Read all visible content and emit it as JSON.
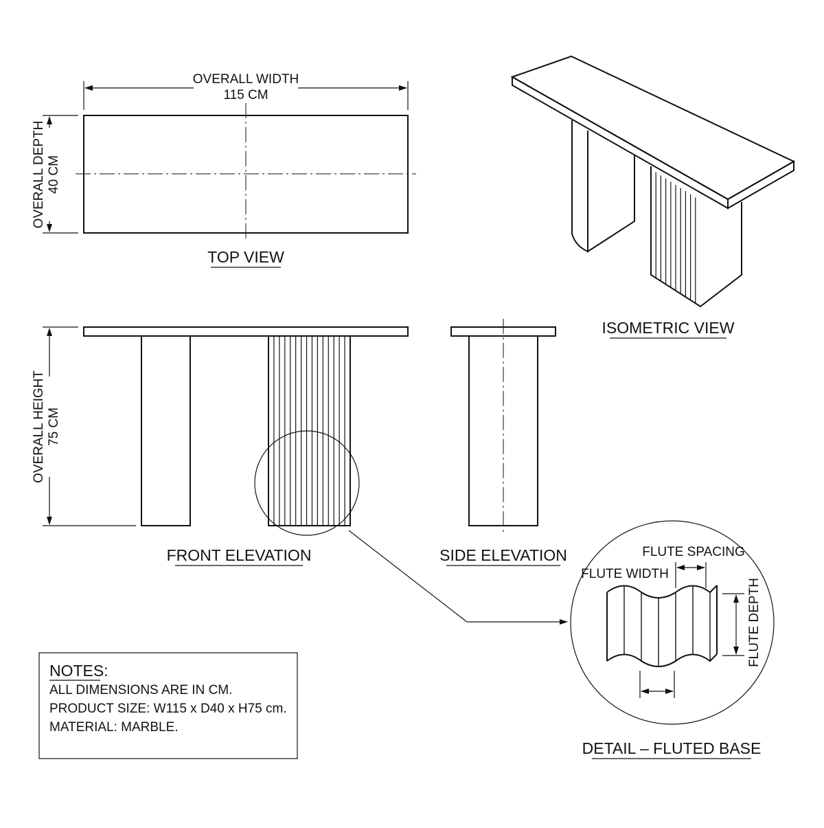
{
  "views": {
    "top": {
      "title": "TOP VIEW",
      "width_label": "OVERALL WIDTH",
      "width_value": "115 CM",
      "depth_label": "OVERALL DEPTH",
      "depth_value": "40 CM"
    },
    "isometric": {
      "title": "ISOMETRIC VIEW"
    },
    "front": {
      "title": "FRONT ELEVATION",
      "height_label": "OVERALL HEIGHT",
      "height_value": "75 CM"
    },
    "side": {
      "title": "SIDE ELEVATION"
    },
    "detail": {
      "title": "DETAIL – FLUTED BASE",
      "flute_spacing": "FLUTE SPACING",
      "flute_width": "FLUTE WIDTH",
      "flute_depth": "FLUTE DEPTH"
    }
  },
  "notes": {
    "title": "NOTES:",
    "lines": [
      "ALL DIMENSIONS ARE IN CM.",
      "PRODUCT SIZE: W115 x D40 x H75 cm.",
      "MATERIAL: MARBLE."
    ]
  },
  "drawing": {
    "line_color": "#111111",
    "background": "#ffffff"
  }
}
